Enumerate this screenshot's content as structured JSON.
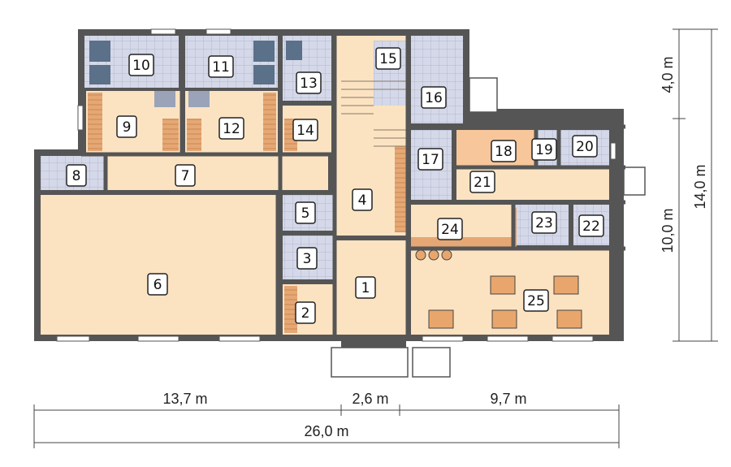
{
  "colors": {
    "wall": "#555555",
    "floor": "#fbe3c2",
    "tile": "#d4d8e8",
    "tile_line": "#b3b8cf",
    "wood": "#e5a774",
    "kitchen": "#f7c69a",
    "badge_border": "#222222",
    "dim_line": "#444444"
  },
  "rooms": [
    {
      "id": "r1",
      "label": "1"
    },
    {
      "id": "r2",
      "label": "2"
    },
    {
      "id": "r3",
      "label": "3"
    },
    {
      "id": "r4",
      "label": "4"
    },
    {
      "id": "r5",
      "label": "5"
    },
    {
      "id": "r6",
      "label": "6"
    },
    {
      "id": "r7",
      "label": "7"
    },
    {
      "id": "r8",
      "label": "8"
    },
    {
      "id": "r9",
      "label": "9"
    },
    {
      "id": "r10",
      "label": "10"
    },
    {
      "id": "r11",
      "label": "11"
    },
    {
      "id": "r12",
      "label": "12"
    },
    {
      "id": "r13",
      "label": "13"
    },
    {
      "id": "r14",
      "label": "14"
    },
    {
      "id": "r15",
      "label": "15"
    },
    {
      "id": "r16",
      "label": "16"
    },
    {
      "id": "r17",
      "label": "17"
    },
    {
      "id": "r18",
      "label": "18"
    },
    {
      "id": "r19",
      "label": "19"
    },
    {
      "id": "r20",
      "label": "20"
    },
    {
      "id": "r21",
      "label": "21"
    },
    {
      "id": "r22",
      "label": "22"
    },
    {
      "id": "r23",
      "label": "23"
    },
    {
      "id": "r24",
      "label": "24"
    },
    {
      "id": "r25",
      "label": "25"
    }
  ],
  "dimensions": {
    "bottom_segments": [
      "13,7 m",
      "2,6 m",
      "9,7 m"
    ],
    "bottom_total": "26,0 m",
    "right_segments": [
      "4,0 m",
      "10,0 m"
    ],
    "right_total": "14,0 m"
  }
}
